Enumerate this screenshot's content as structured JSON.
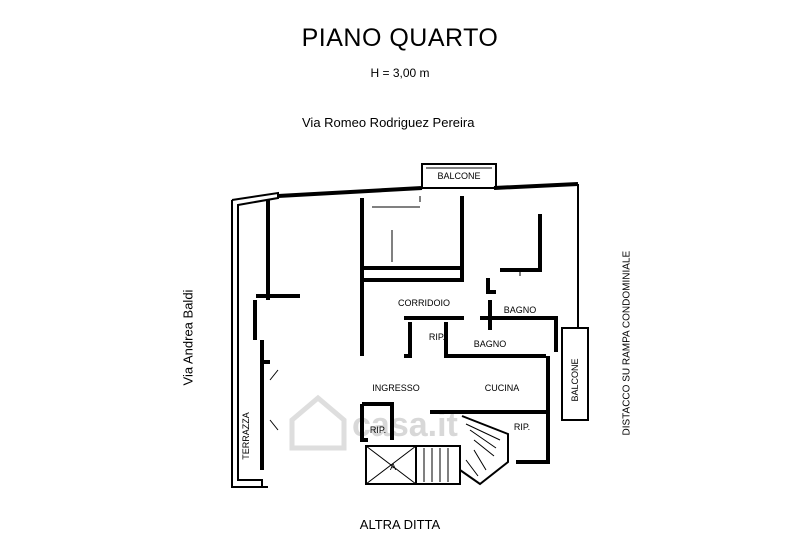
{
  "title": "PIANO QUARTO",
  "height_note": "H = 3,00 m",
  "street_top": "Via Romeo Rodriguez Pereira",
  "street_left": "Via Andrea Baldi",
  "right_note": "DISTACCO SU RAMPA CONDOMINIALE",
  "bottom_note": "ALTRA DITTA",
  "rooms": {
    "balcone_top": "BALCONE",
    "corridoio": "CORRIDOIO",
    "bagno_1": "BAGNO",
    "rip_1": "RIP.",
    "bagno_2": "BAGNO",
    "ingresso": "INGRESSO",
    "cucina": "CUCINA",
    "rip_2": "RIP.",
    "rip_3": "RIP.",
    "balcone_right": "BALCONE",
    "terrazza": "TERRAZZA",
    "lift": "A"
  },
  "watermark": "casa.it"
}
